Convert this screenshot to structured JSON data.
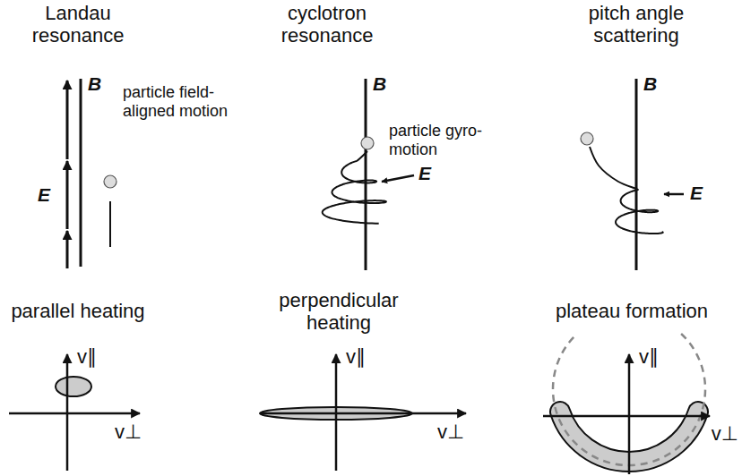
{
  "diagram": {
    "labels": [
      "Landau resonance",
      "cyclotron resonance",
      "pitch angle scattering",
      "B",
      "E",
      "particle field-aligned motion",
      "B",
      "particle gyro-motion",
      "E",
      "B",
      "E",
      "parallel heating",
      "v∥",
      "v⊥",
      "perpendicular heating",
      "v∥",
      "v⊥",
      "plateau formation",
      "v∥",
      "v⊥"
    ]
  }
}
